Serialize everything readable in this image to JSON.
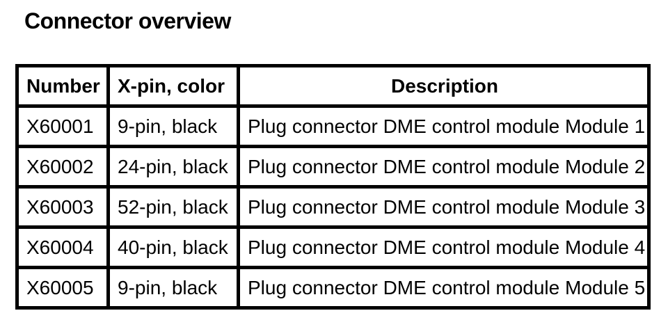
{
  "page": {
    "title": "Connector overview",
    "background_color": "#ffffff",
    "line_color": "#000000"
  },
  "table": {
    "columns": [
      "Number",
      "X-pin, color",
      "Description"
    ],
    "rows": [
      {
        "number": "X60001",
        "pin_color": "9-pin, black",
        "description": "Plug connector DME control module Module 1"
      },
      {
        "number": "X60002",
        "pin_color": "24-pin, black",
        "description": "Plug connector DME control module Module 2"
      },
      {
        "number": "X60003",
        "pin_color": "52-pin, black",
        "description": "Plug connector DME control module Module 3"
      },
      {
        "number": "X60004",
        "pin_color": "40-pin, black",
        "description": "Plug connector DME control module Module 4"
      },
      {
        "number": "X60005",
        "pin_color": "9-pin, black",
        "description": "Plug connector DME control module Module 5"
      }
    ]
  }
}
